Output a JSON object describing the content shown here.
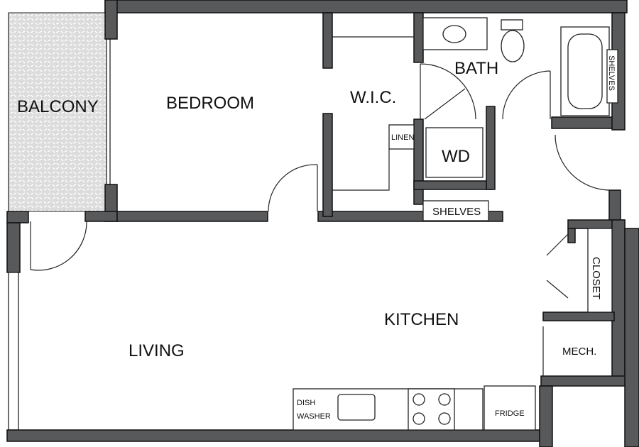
{
  "rooms": {
    "balcony": "BALCONY",
    "bedroom": "BEDROOM",
    "wic": "W.I.C.",
    "bath": "BATH",
    "linen": "LINEN",
    "wd": "WD",
    "shelves_wic": "SHELVES",
    "shelves_bath": "SHELVES",
    "closet": "CLOSET",
    "kitchen": "KITCHEN",
    "mech": "MECH.",
    "living": "LIVING",
    "dishwasher_line1": "DISH",
    "dishwasher_line2": "WASHER",
    "fridge": "FRIDGE"
  },
  "colors": {
    "wall": "#58595b",
    "balcony": "#d9d9d9"
  }
}
